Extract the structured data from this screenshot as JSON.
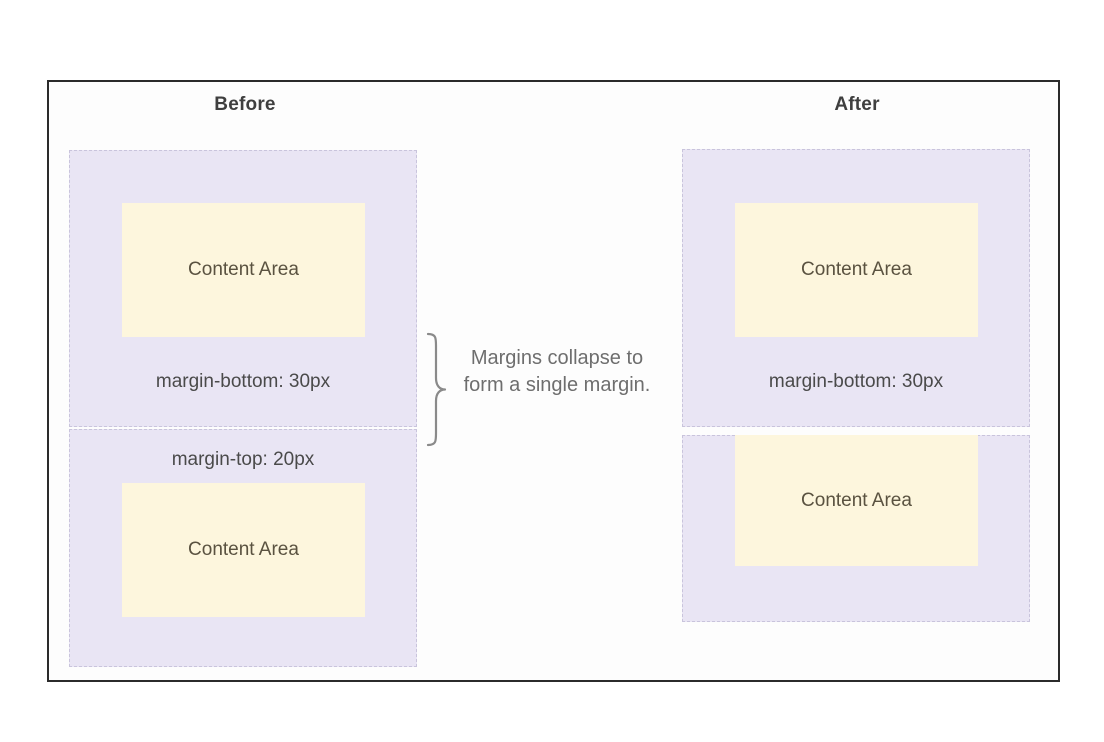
{
  "diagram": {
    "columns": {
      "before": {
        "title": "Before",
        "block_one": {
          "content_label": "Content Area",
          "margin_label": "margin-bottom: 30px"
        },
        "block_two": {
          "margin_label": "margin-top: 20px",
          "content_label": "Content Area"
        }
      },
      "after": {
        "title": "After",
        "block_one": {
          "content_label": "Content Area",
          "margin_label": "margin-bottom: 30px"
        },
        "block_two": {
          "content_label": "Content Area"
        }
      }
    },
    "annotation": {
      "brace_icon": "curly-brace-right-icon",
      "note": "Margins collapse to form a single margin."
    },
    "colors": {
      "frame_border": "#2b2b2b",
      "margin_fill": "#e9e5f4",
      "margin_border": "#c9c4dc",
      "content_fill": "#fdf6dd",
      "content_text": "#5a5240",
      "label_text": "#4a4a4a",
      "note_text": "#6e6e6e",
      "title_text": "#3f3f3f"
    }
  }
}
